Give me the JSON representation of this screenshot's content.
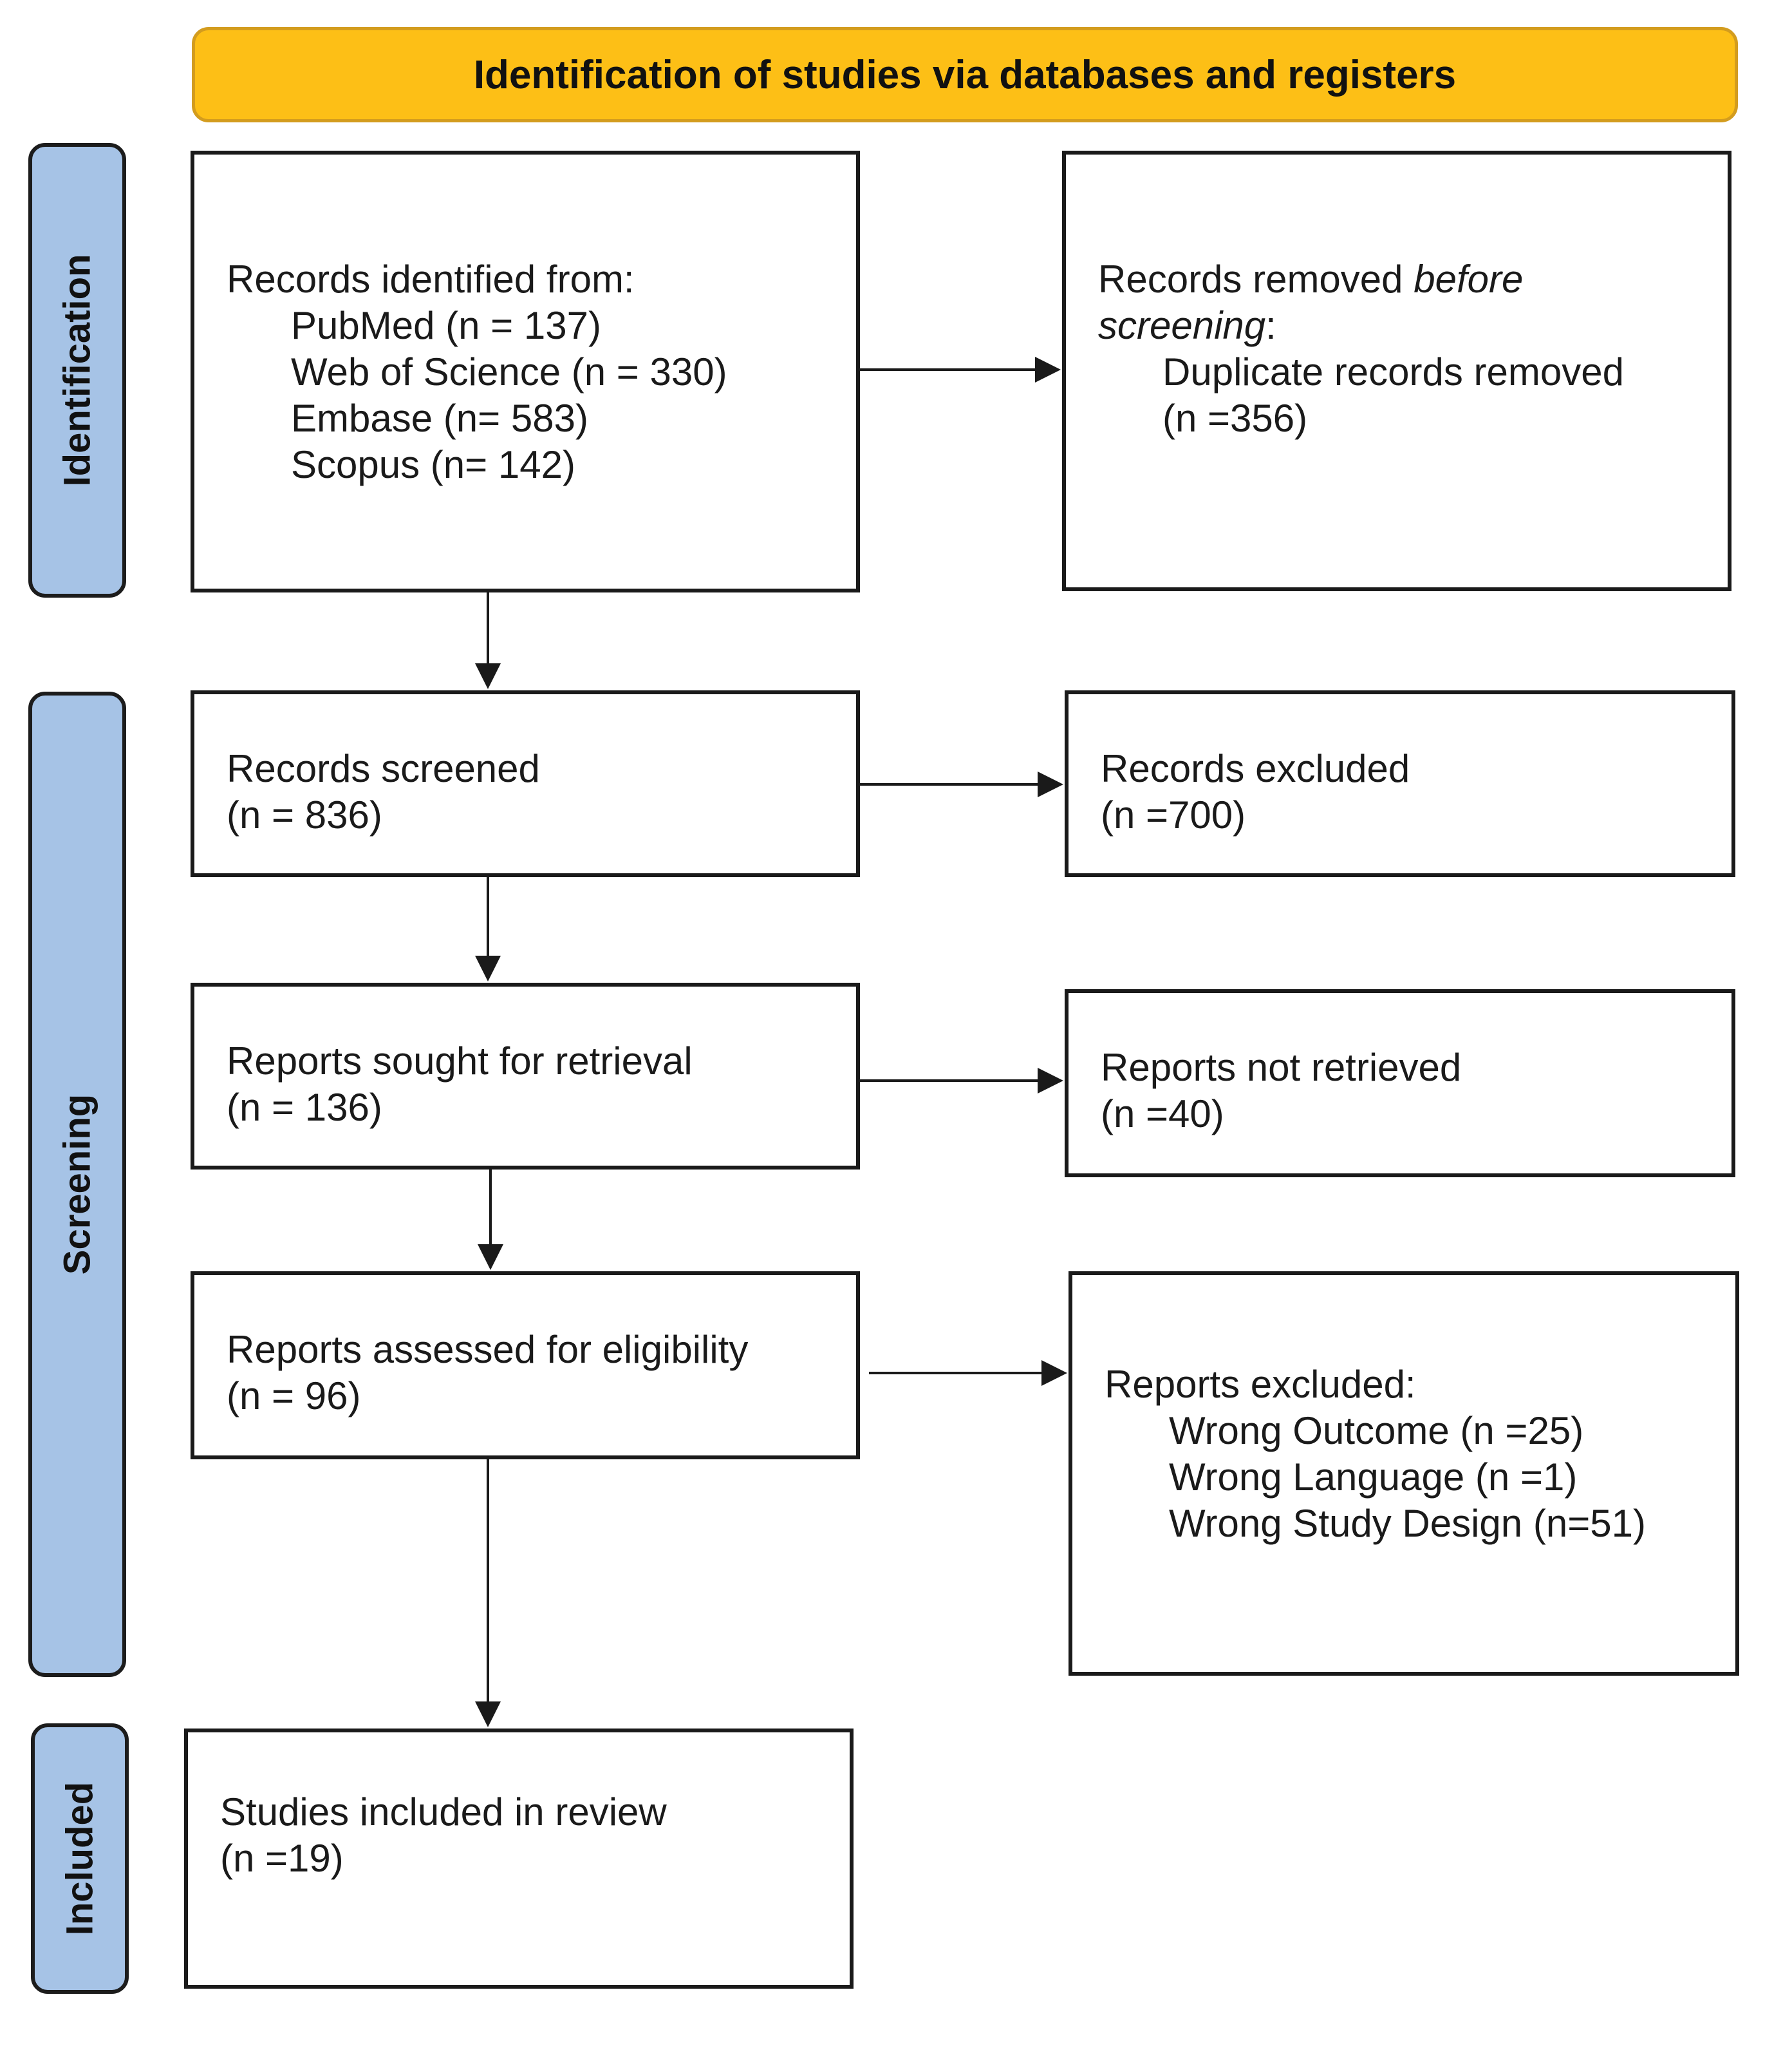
{
  "header": {
    "title": "Identification of studies via databases and registers"
  },
  "phases": {
    "identification": "Identification",
    "screening": "Screening",
    "included": "Included"
  },
  "identification": {
    "records_identified": {
      "heading": "Records identified from:",
      "sources": [
        "PubMed (n = 137)",
        "Web of Science (n = 330)",
        "Embase (n= 583)",
        "Scopus (n= 142)"
      ]
    },
    "records_removed": {
      "heading_part1": "Records removed ",
      "heading_italic1": "before",
      "heading_italic2": "screening",
      "heading_colon": ":",
      "detail": "Duplicate records removed",
      "count": "(n =356)"
    }
  },
  "screening": {
    "records_screened": {
      "label": "Records screened",
      "count": "(n = 836)"
    },
    "records_excluded": {
      "label": "Records excluded",
      "count": "(n =700)"
    },
    "reports_sought": {
      "label": "Reports sought for retrieval",
      "count": "(n = 136)"
    },
    "reports_not_retrieved": {
      "label": "Reports not retrieved",
      "count": "(n =40)"
    },
    "reports_assessed": {
      "label": "Reports assessed for eligibility",
      "count": "(n = 96)"
    },
    "reports_excluded": {
      "heading": "Reports excluded:",
      "reasons": [
        "Wrong Outcome (n =25)",
        "Wrong Language (n =1)",
        "Wrong Study Design (n=51)"
      ]
    }
  },
  "included": {
    "studies_included": {
      "label": "Studies included in review",
      "count": "(n =19)"
    }
  },
  "colors": {
    "banner": "#fdbf16",
    "banner_border": "#d39c1e",
    "phase": "#a6c3e6",
    "line": "#1a1a1a"
  }
}
